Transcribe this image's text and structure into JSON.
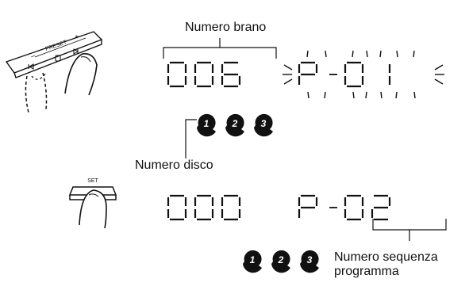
{
  "labels": {
    "track_number": "Numero brano",
    "disc_number": "Numero disco",
    "program_sequence_line1": "Numero sequenza",
    "program_sequence_line2": "programma"
  },
  "remote": {
    "preset_label": "PRESET",
    "minus_label": "–",
    "plus_label": "+",
    "set_label": "SET"
  },
  "top_display": {
    "track_digits": "006",
    "program_text": "P-01",
    "program_blinking": true
  },
  "bottom_display": {
    "track_digits": "000",
    "program_text": "P-02",
    "program_blinking": false
  },
  "disc_indicators_top": [
    "1",
    "2",
    "3"
  ],
  "disc_indicators_bottom": [
    "1",
    "2",
    "3"
  ],
  "colors": {
    "ink": "#111111",
    "background": "#ffffff"
  }
}
